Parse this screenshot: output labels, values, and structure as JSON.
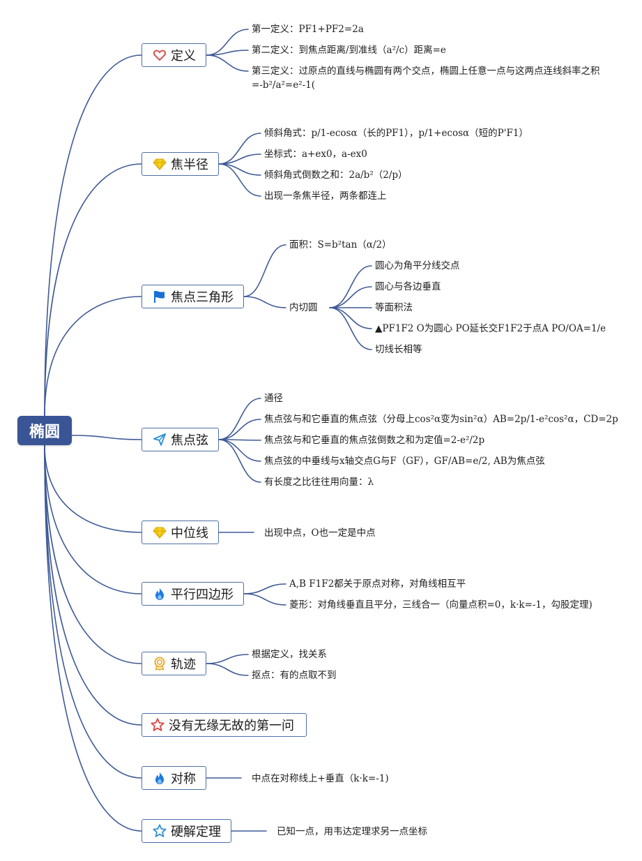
{
  "root": {
    "label": "椭圆"
  },
  "colors": {
    "root_fill": "#3a5595",
    "link": "#3f5a96",
    "branch_border": "#4f6ea4"
  },
  "branches": [
    {
      "id": "definition",
      "label": "定义",
      "icon": "heart-icon",
      "icon_color": "#d9534f",
      "children": [
        "第一定义：PF1+PF2=2a",
        "第二定义：到焦点距离/到准线（a²/c）距离=e",
        "第三定义：过原点的直线与椭圆有两个交点，椭圆上任意一点与这两点连线斜率之积=-b²/a²=e²-1("
      ]
    },
    {
      "id": "focal-radius",
      "label": "焦半径",
      "icon": "diamond-icon",
      "icon_color": "#f2c200",
      "children": [
        "倾斜角式：p/1-ecosα（长的PF1），p/1+ecosα（短的P'F1）",
        "坐标式：a+ex0，a-ex0",
        "倾斜角式倒数之和：2a/b²（2/p）",
        "出现一条焦半径，两条都连上"
      ]
    },
    {
      "id": "focal-triangle",
      "label": "焦点三角形",
      "icon": "flag-icon",
      "icon_color": "#1a6fd6",
      "children": [
        "面积：S=b²tan（α/2）",
        "内切圆"
      ],
      "incircle_children": [
        "圆心为角平分线交点",
        "圆心与各边垂直",
        "等面积法",
        "▲PF1F2 O为圆心 PO延长交F1F2于点A PO/OA=1/e",
        "切线长相等"
      ]
    },
    {
      "id": "focal-chord",
      "label": "焦点弦",
      "icon": "paper-plane-icon",
      "icon_color": "#2a8fd8",
      "children": [
        "通径",
        "焦点弦与和它垂直的焦点弦（分母上cos²α变为sin²α）AB=2p/1-e²cos²α，CD=2p",
        "焦点弦与和它垂直的焦点弦倒数之和为定值=2-e²/2p",
        "焦点弦的中垂线与x轴交点G与F（GF），GF/AB=e/2, AB为焦点弦",
        "有长度之比往往用向量：λ"
      ]
    },
    {
      "id": "median-line",
      "label": "中位线",
      "icon": "diamond-icon",
      "icon_color": "#f2c200",
      "children": [
        "出现中点，O也一定是中点"
      ]
    },
    {
      "id": "parallelogram",
      "label": "平行四边形",
      "icon": "flame-icon",
      "icon_color": "#1f7ae0",
      "children": [
        "A,B F1F2都关于原点对称，对角线相互平",
        "菱形：对角线垂直且平分，三线合一（向量点积=0，k·k=-1，勾股定理)"
      ]
    },
    {
      "id": "locus",
      "label": "轨迹",
      "icon": "medal-icon",
      "icon_color": "#e5a51f",
      "children": [
        "根据定义，找关系",
        "抠点：有的点取不到"
      ]
    },
    {
      "id": "first-question",
      "label": "没有无缘无故的第一问",
      "icon": "star-icon",
      "icon_color": "#d9443f",
      "children": []
    },
    {
      "id": "symmetry",
      "label": "对称",
      "icon": "flame-icon",
      "icon_color": "#1f7ae0",
      "children": [
        "中点在对称线上+垂直（k·k=-1)"
      ]
    },
    {
      "id": "hard-solution",
      "label": "硬解定理",
      "icon": "star-outline-icon",
      "icon_color": "#2f8ed8",
      "children": [
        "已知一点，用韦达定理求另一点坐标"
      ]
    }
  ]
}
